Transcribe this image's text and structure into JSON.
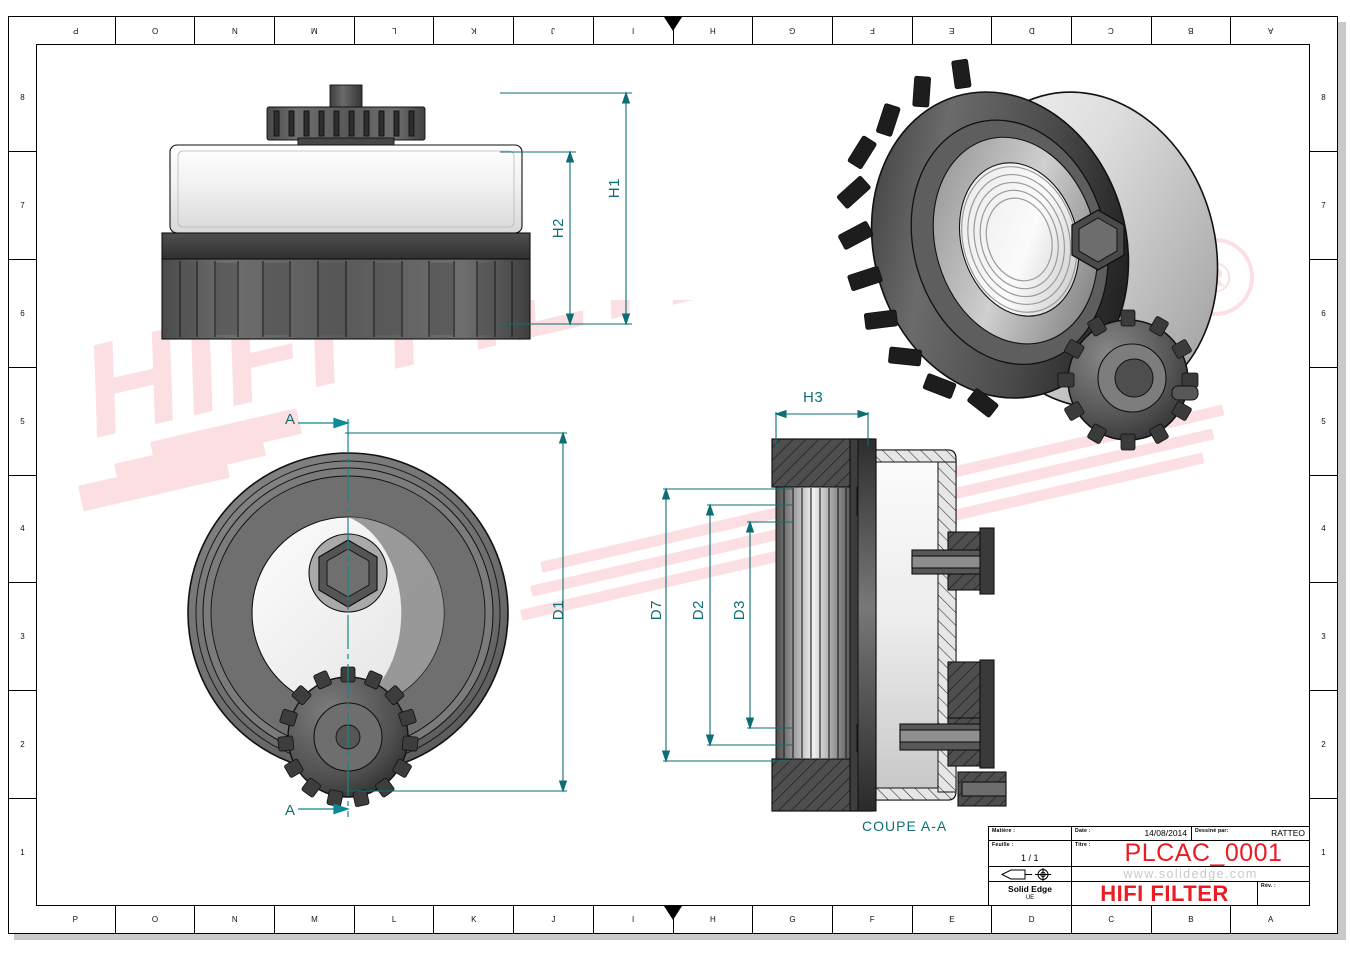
{
  "document": {
    "type": "engineering-drawing",
    "section_view_label": "COUPE A-A",
    "section_cut_letter": "A"
  },
  "watermark": {
    "text": "HIFI FILTER",
    "registered_mark": "®",
    "color": "#fbdfe3"
  },
  "border": {
    "top_letters": [
      "P",
      "O",
      "N",
      "M",
      "L",
      "K",
      "J",
      "I",
      "H",
      "G",
      "F",
      "E",
      "D",
      "C",
      "B",
      "A"
    ],
    "bottom_letters": [
      "P",
      "O",
      "N",
      "M",
      "L",
      "K",
      "J",
      "I",
      "H",
      "G",
      "F",
      "E",
      "D",
      "C",
      "B",
      "A"
    ],
    "left_numbers": [
      "8",
      "7",
      "6",
      "5",
      "4",
      "3",
      "2",
      "1"
    ],
    "right_numbers": [
      "8",
      "7",
      "6",
      "5",
      "4",
      "3",
      "2",
      "1"
    ]
  },
  "dimensions": {
    "height_overall": "H1",
    "height_body": "H2",
    "height_element": "H3",
    "diameter_outer": "D1",
    "diameter_seat": "D2",
    "diameter_inner": "D3",
    "diameter_gasket": "D7"
  },
  "title_block": {
    "material_label": "Matière :",
    "material_value": "",
    "date_label": "Date :",
    "date_value": "14/08/2014",
    "drawn_by_label": "Dessiné par:",
    "drawn_by_value": "RATTEO",
    "sheet_label": "Feuille :",
    "sheet_value": "1 / 1",
    "title_label": "Titre :",
    "part_number": "PLCAC_0001",
    "website": "www.solidedge.com",
    "cad_software": "Solid Edge",
    "cad_software_sub": "UE",
    "company": "HIFI FILTER",
    "revision_label": "Rév. :",
    "revision_value": "",
    "projection_symbol": "first-angle-projection-icon"
  },
  "colors": {
    "dimension_teal": "#0d6e73",
    "brand_red": "#ec1c24",
    "watermark_pink": "#fbdfe3",
    "part_dark": "#3a3a3a",
    "part_mid": "#6e6e6e",
    "part_light": "#e8e8e8"
  }
}
